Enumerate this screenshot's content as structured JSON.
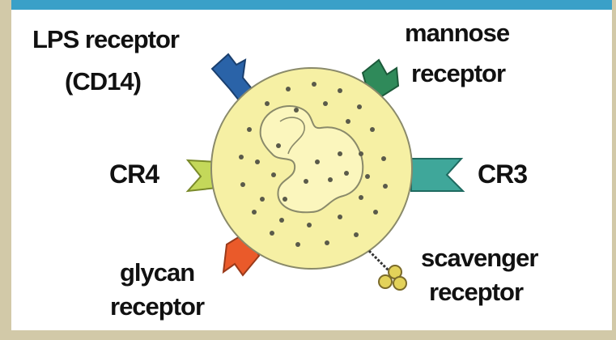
{
  "labels": {
    "lps_line1": "LPS receptor",
    "lps_line2": "(CD14)",
    "mannose_line1": "mannose",
    "mannose_line2": "receptor",
    "cr4": "CR4",
    "cr3": "CR3",
    "glycan_line1": "glycan",
    "glycan_line2": "receptor",
    "scavenger_line1": "scavenger",
    "scavenger_line2": "receptor"
  },
  "colors": {
    "background": "#d2c9a8",
    "panel": "#ffffff",
    "cell_fill": "#f6f0a4",
    "cell_stroke": "#8a8a6a",
    "nucleus_fill": "#fbf6bd",
    "lps_receptor": "#2a63a8",
    "mannose_receptor": "#2f8a5a",
    "cr4": "#c4d85a",
    "cr3": "#3fa79a",
    "glycan_receptor": "#ea5a2a",
    "scavenger_receptor": "#e3d25a",
    "granule": "#5a5a4a"
  }
}
